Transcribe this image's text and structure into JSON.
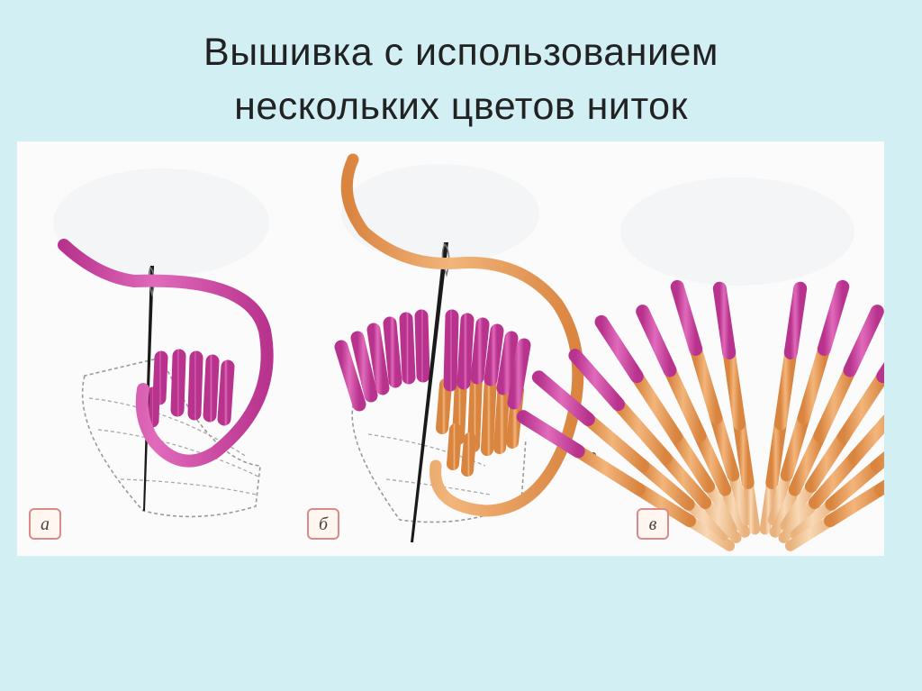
{
  "slide": {
    "title_line1": "Вышивка с использованием",
    "title_line2": "нескольких цветов ниток"
  },
  "figure": {
    "panels": [
      {
        "label": "а"
      },
      {
        "label": "б"
      },
      {
        "label": "в"
      }
    ]
  },
  "colors": {
    "background": "#d2f0f4",
    "thread_magenta": "#d24aa4",
    "thread_orange": "#e8a05c",
    "thread_light_orange": "#f0c090",
    "needle": "#1a1a1a",
    "label_border": "#d98a8a"
  },
  "icons": [
    "needle-icon"
  ]
}
